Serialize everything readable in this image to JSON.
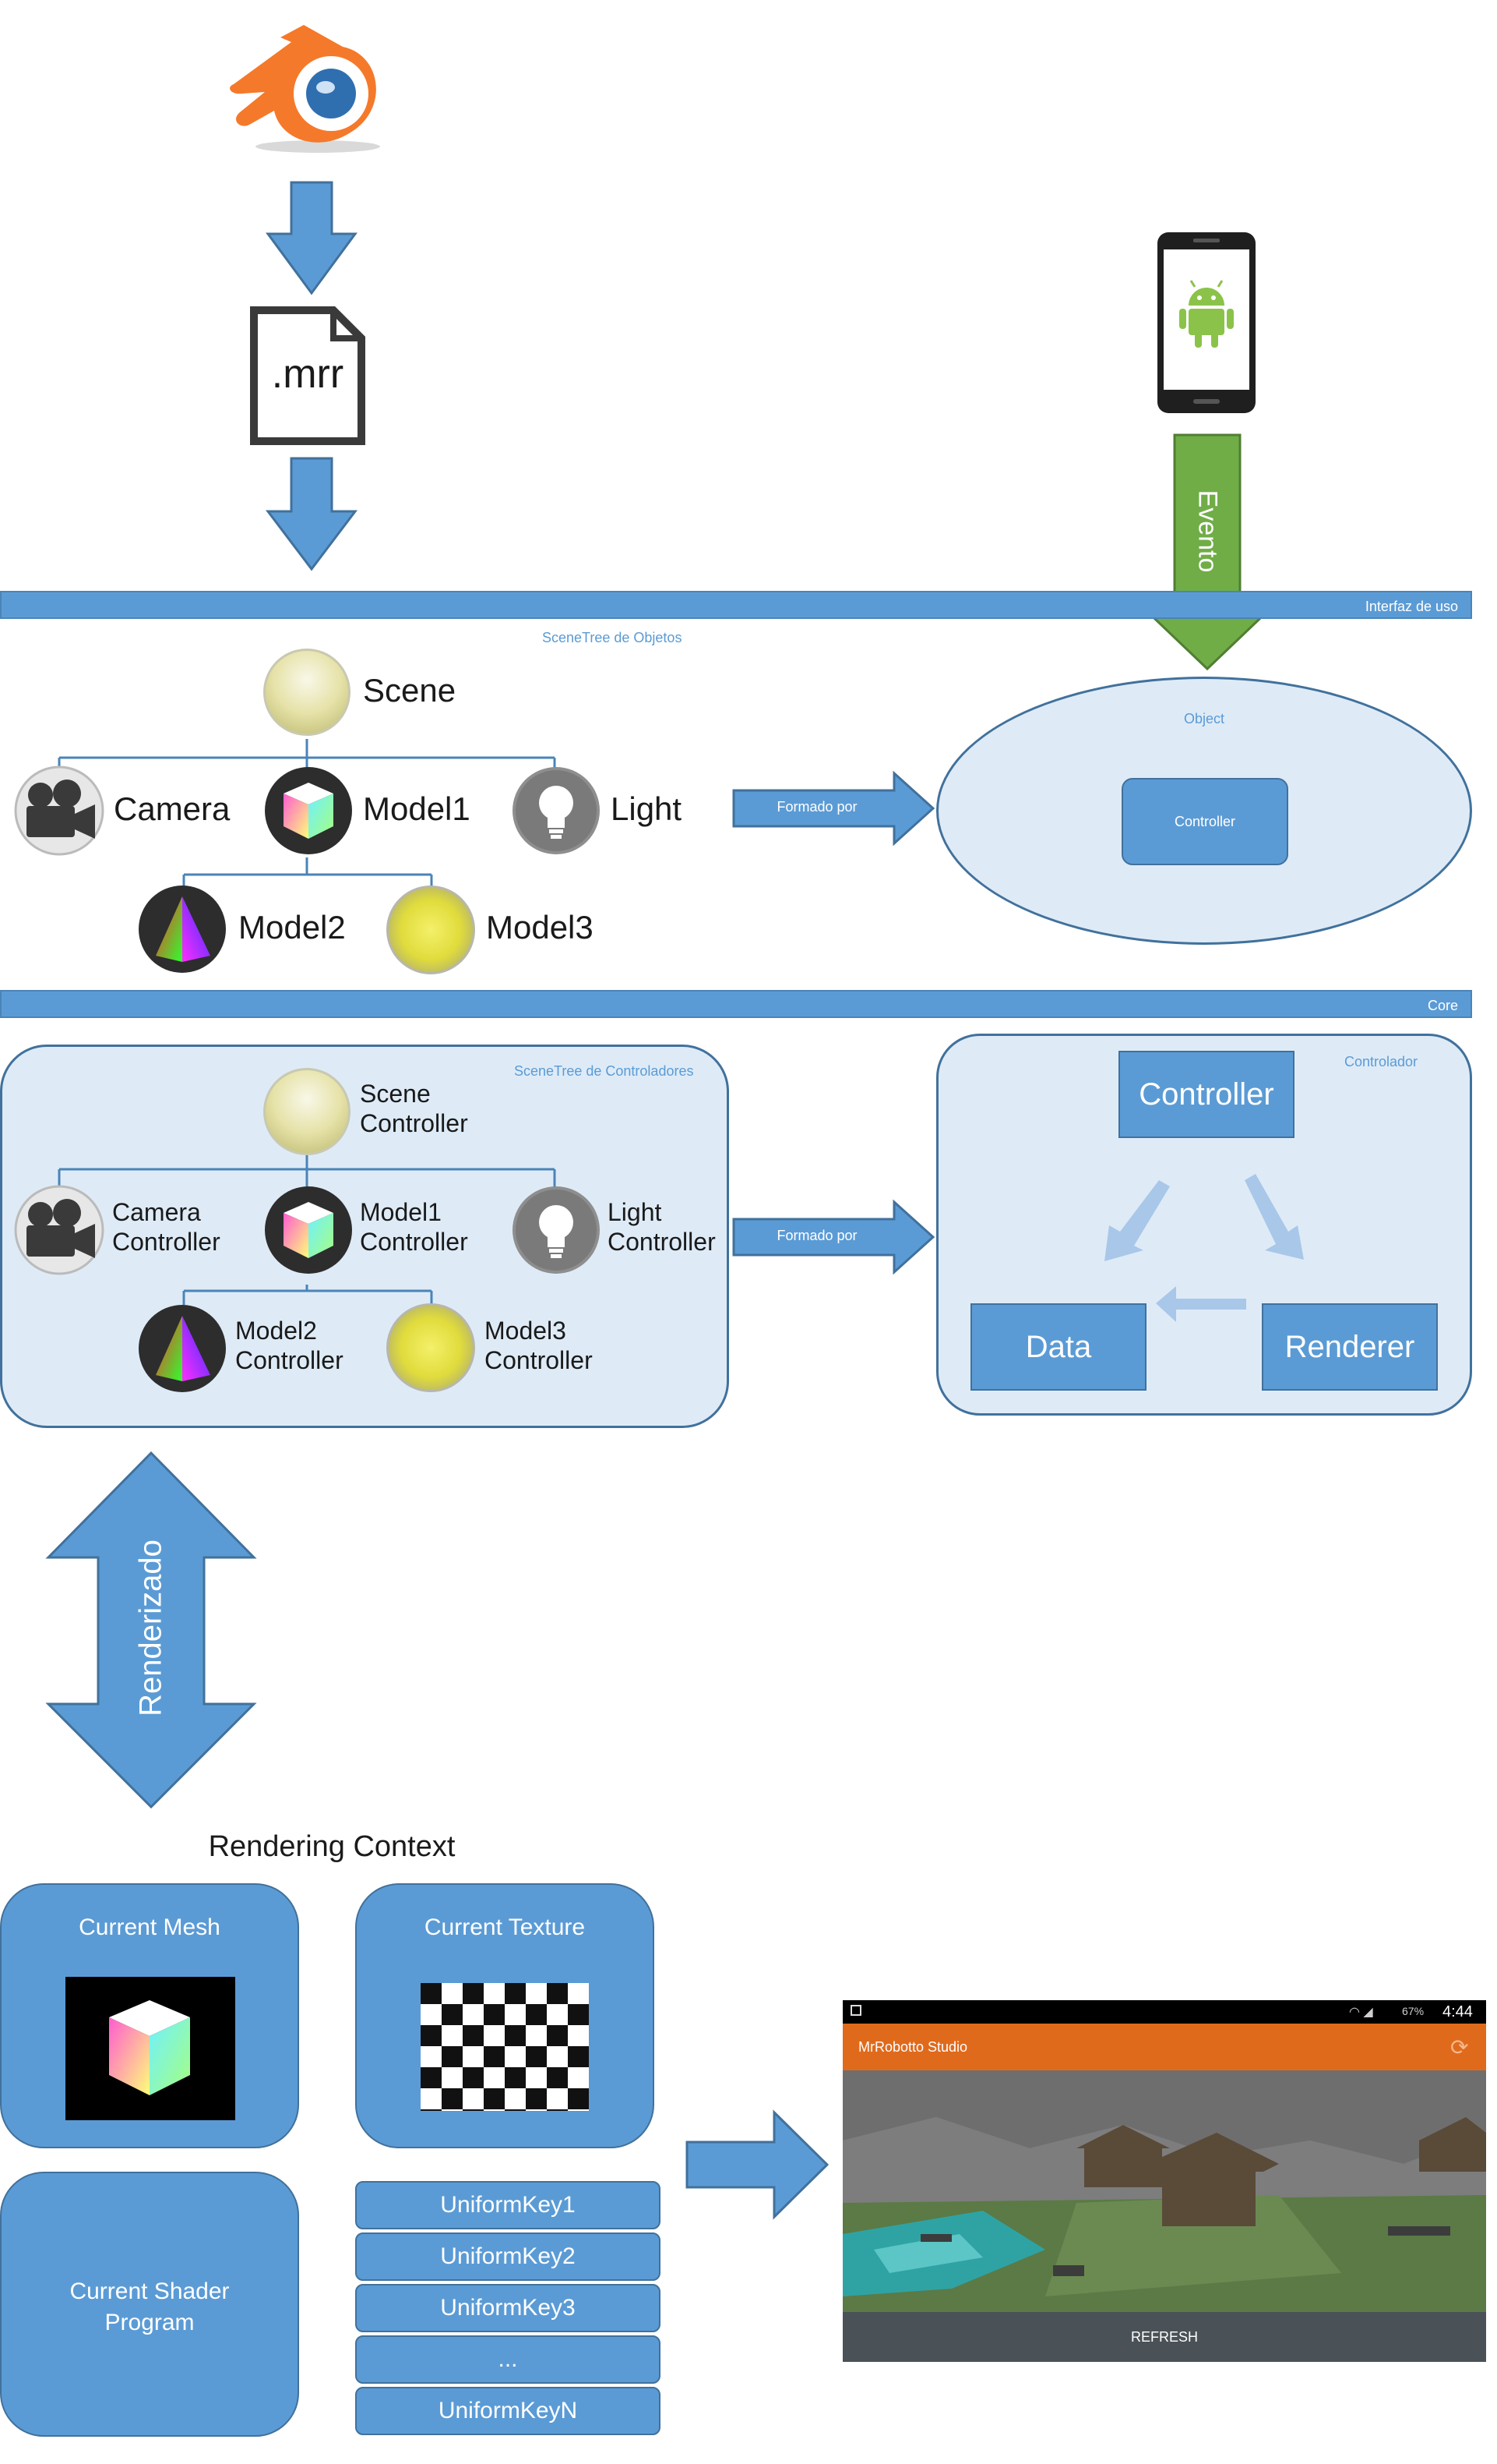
{
  "file_label": ".mrr",
  "event_label": "Evento",
  "bands": {
    "interface": "Interfaz de uso",
    "core": "Core"
  },
  "scenetree_objects": {
    "title": "SceneTree de Objetos",
    "nodes": {
      "scene": "Scene",
      "camera": "Camera",
      "model1": "Model1",
      "light": "Light",
      "model2": "Model2",
      "model3": "Model3"
    }
  },
  "formado_por_1": "Formado por",
  "object_ellipse": {
    "title": "Object",
    "controller": "Controller"
  },
  "scenetree_controllers": {
    "title": "SceneTree de Controladores",
    "nodes": {
      "scene_1": "Scene",
      "scene_2": "Controller",
      "camera_1": "Camera",
      "camera_2": "Controller",
      "model1_1": "Model1",
      "model1_2": "Controller",
      "light_1": "Light",
      "light_2": "Controller",
      "model2_1": "Model2",
      "model2_2": "Controller",
      "model3_1": "Model3",
      "model3_2": "Controller"
    }
  },
  "formado_por_2": "Formado por",
  "controlador": {
    "title": "Controlador",
    "controller": "Controller",
    "data": "Data",
    "renderer": "Renderer"
  },
  "renderizado_label": "Renderizado",
  "rendering_context": {
    "title": "Rendering Context",
    "current_mesh": "Current Mesh",
    "current_texture": "Current Texture",
    "current_shader_1": "Current Shader",
    "current_shader_2": "Program",
    "uniforms": [
      "UniformKey1",
      "UniformKey2",
      "UniformKey3",
      "...",
      "UniformKeyN"
    ]
  },
  "phone_app": {
    "status_time": "4:44",
    "status_battery": "67%",
    "app_title": "MrRobotto Studio",
    "refresh_button": "REFRESH"
  },
  "colors": {
    "primary_blue": "#5b9bd5",
    "light_blue_fill": "#deebf7",
    "dark_blue_border": "#41719c",
    "event_green": "#70ad47",
    "blender_orange": "#f5792a",
    "app_orange": "#e06a1c"
  }
}
